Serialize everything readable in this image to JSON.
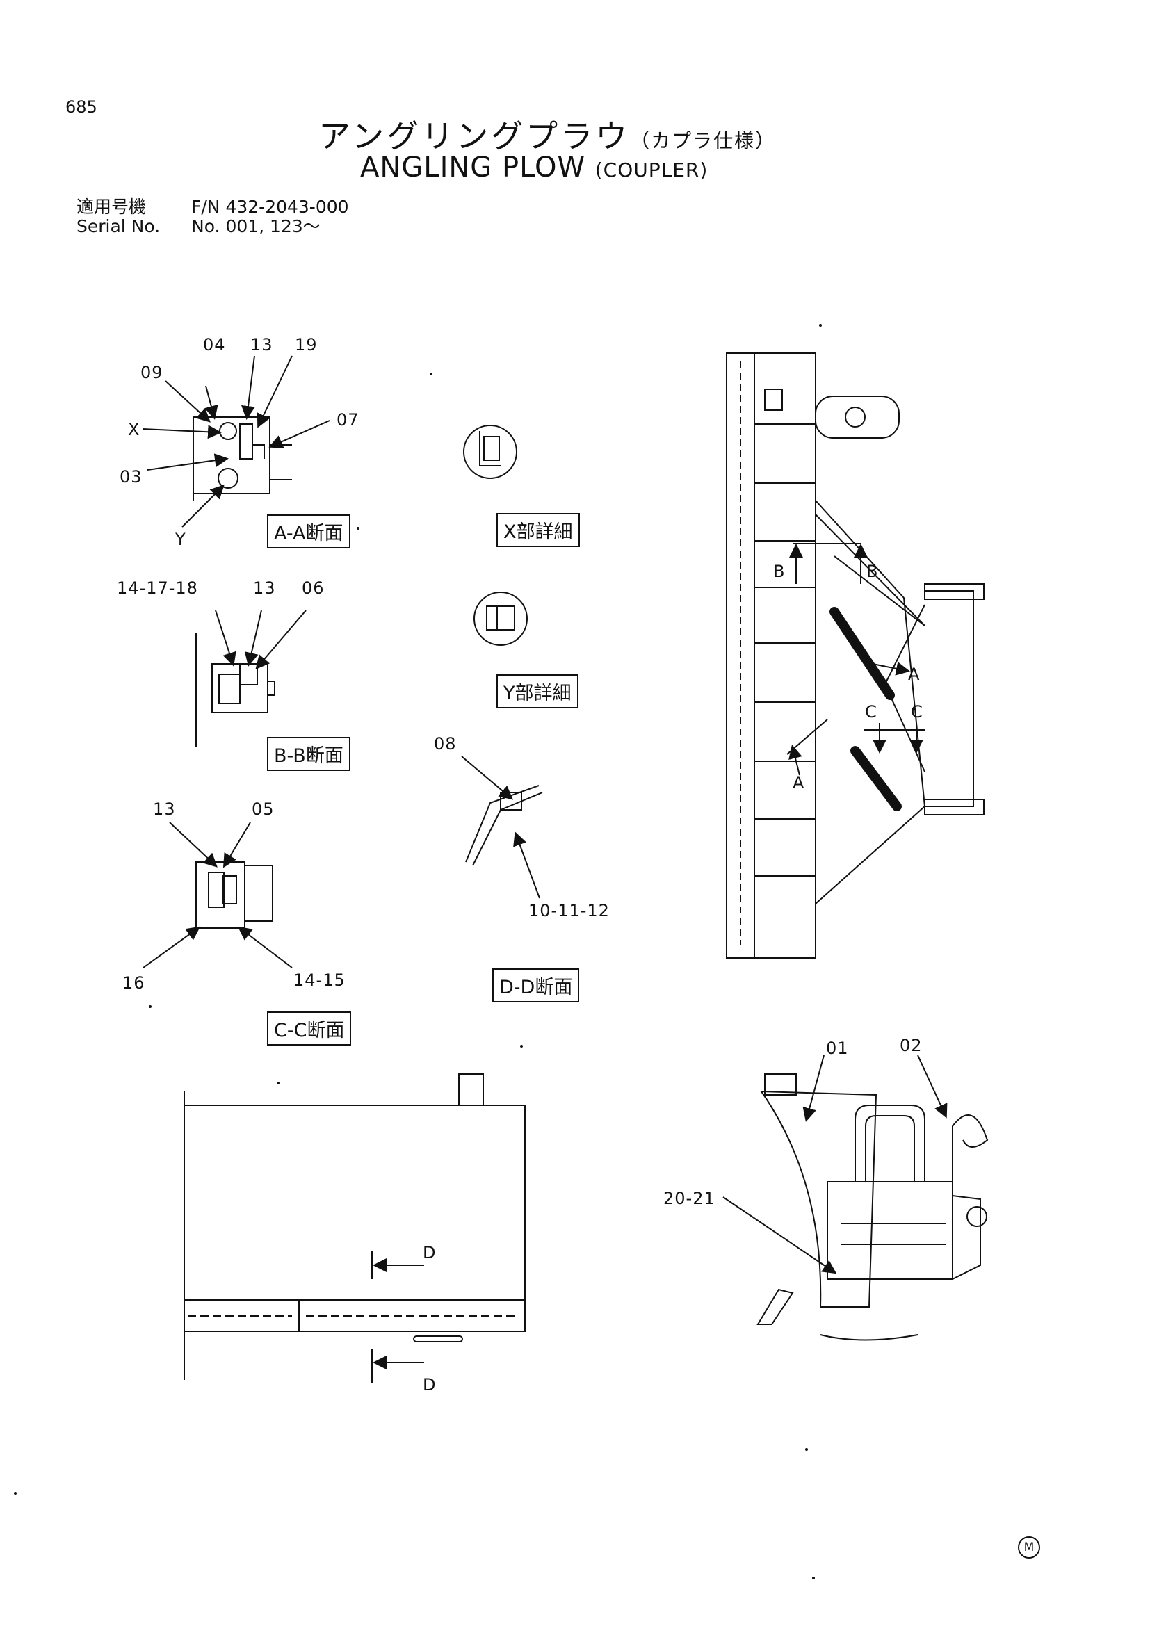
{
  "header": {
    "page_number": "685",
    "title_jp": "アングリングプラウ",
    "title_jp_sub": "（カプラ仕様）",
    "title_en": "ANGLING  PLOW",
    "title_en_sub": "(COUPLER)"
  },
  "meta": {
    "model_label": "適用号機",
    "model_value": "F/N 432-2043-000",
    "serial_label": "Serial No.",
    "serial_value": "No. 001, 123～"
  },
  "sections": {
    "aa": "A-A断面",
    "bb": "B-B断面",
    "cc": "C-C断面",
    "dd": "D-D断面",
    "x_detail": "X部詳細",
    "y_detail": "Y部詳細"
  },
  "callouts": {
    "aa_04": "04",
    "aa_13": "13",
    "aa_19": "19",
    "aa_09": "09",
    "aa_x": "X",
    "aa_07": "07",
    "aa_03": "03",
    "aa_y": "Y",
    "bb_141718": "14-17-18",
    "bb_13": "13",
    "bb_06": "06",
    "cc_13": "13",
    "cc_05": "05",
    "cc_16": "16",
    "cc_1415": "14-15",
    "dd_08": "08",
    "dd_101112": "10-11-12",
    "main_b_left": "B",
    "main_b_right": "B",
    "main_a_top": "A",
    "main_a_bottom": "A",
    "main_c_left": "C",
    "main_c_right": "C",
    "side_01": "01",
    "side_02": "02",
    "side_2021": "20-21",
    "plan_d_top": "D",
    "plan_d_bottom": "D"
  },
  "footer": {
    "mark": "M"
  }
}
